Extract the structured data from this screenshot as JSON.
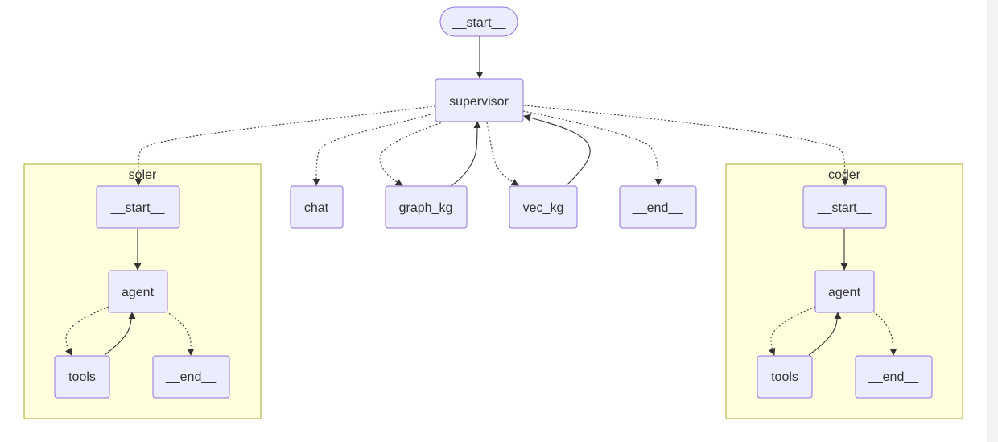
{
  "diagram": {
    "type": "flowchart",
    "colors": {
      "node_fill": "#ececff",
      "node_stroke": "#9370db",
      "cluster_fill": "#ffffde",
      "cluster_stroke": "#aaaa33",
      "edge": "#333333"
    },
    "clusters": [
      {
        "id": "soler",
        "label": "soler"
      },
      {
        "id": "coder",
        "label": "coder"
      }
    ],
    "nodes": [
      {
        "id": "start",
        "label": "__start__",
        "shape": "stadium"
      },
      {
        "id": "supervisor",
        "label": "supervisor"
      },
      {
        "id": "chat",
        "label": "chat"
      },
      {
        "id": "graph_kg",
        "label": "graph_kg"
      },
      {
        "id": "vec_kg",
        "label": "vec_kg"
      },
      {
        "id": "end",
        "label": "__end__"
      },
      {
        "id": "soler_start",
        "label": "__start__",
        "cluster": "soler"
      },
      {
        "id": "soler_agent",
        "label": "agent",
        "cluster": "soler"
      },
      {
        "id": "soler_tools",
        "label": "tools",
        "cluster": "soler"
      },
      {
        "id": "soler_end",
        "label": "__end__",
        "cluster": "soler"
      },
      {
        "id": "coder_start",
        "label": "__start__",
        "cluster": "coder"
      },
      {
        "id": "coder_agent",
        "label": "agent",
        "cluster": "coder"
      },
      {
        "id": "coder_tools",
        "label": "tools",
        "cluster": "coder"
      },
      {
        "id": "coder_end",
        "label": "__end__",
        "cluster": "coder"
      }
    ],
    "edges": [
      {
        "from": "start",
        "to": "supervisor",
        "style": "solid"
      },
      {
        "from": "supervisor",
        "to": "soler_start",
        "style": "dotted"
      },
      {
        "from": "supervisor",
        "to": "chat",
        "style": "dotted"
      },
      {
        "from": "supervisor",
        "to": "graph_kg",
        "style": "dotted"
      },
      {
        "from": "supervisor",
        "to": "vec_kg",
        "style": "dotted"
      },
      {
        "from": "supervisor",
        "to": "end",
        "style": "dotted"
      },
      {
        "from": "supervisor",
        "to": "coder_start",
        "style": "dotted"
      },
      {
        "from": "graph_kg",
        "to": "supervisor",
        "style": "solid"
      },
      {
        "from": "vec_kg",
        "to": "supervisor",
        "style": "solid"
      },
      {
        "from": "soler_start",
        "to": "soler_agent",
        "style": "solid"
      },
      {
        "from": "soler_agent",
        "to": "soler_tools",
        "style": "dotted"
      },
      {
        "from": "soler_agent",
        "to": "soler_end",
        "style": "dotted"
      },
      {
        "from": "soler_tools",
        "to": "soler_agent",
        "style": "solid"
      },
      {
        "from": "coder_start",
        "to": "coder_agent",
        "style": "solid"
      },
      {
        "from": "coder_agent",
        "to": "coder_tools",
        "style": "dotted"
      },
      {
        "from": "coder_agent",
        "to": "coder_end",
        "style": "dotted"
      },
      {
        "from": "coder_tools",
        "to": "coder_agent",
        "style": "solid"
      }
    ]
  }
}
